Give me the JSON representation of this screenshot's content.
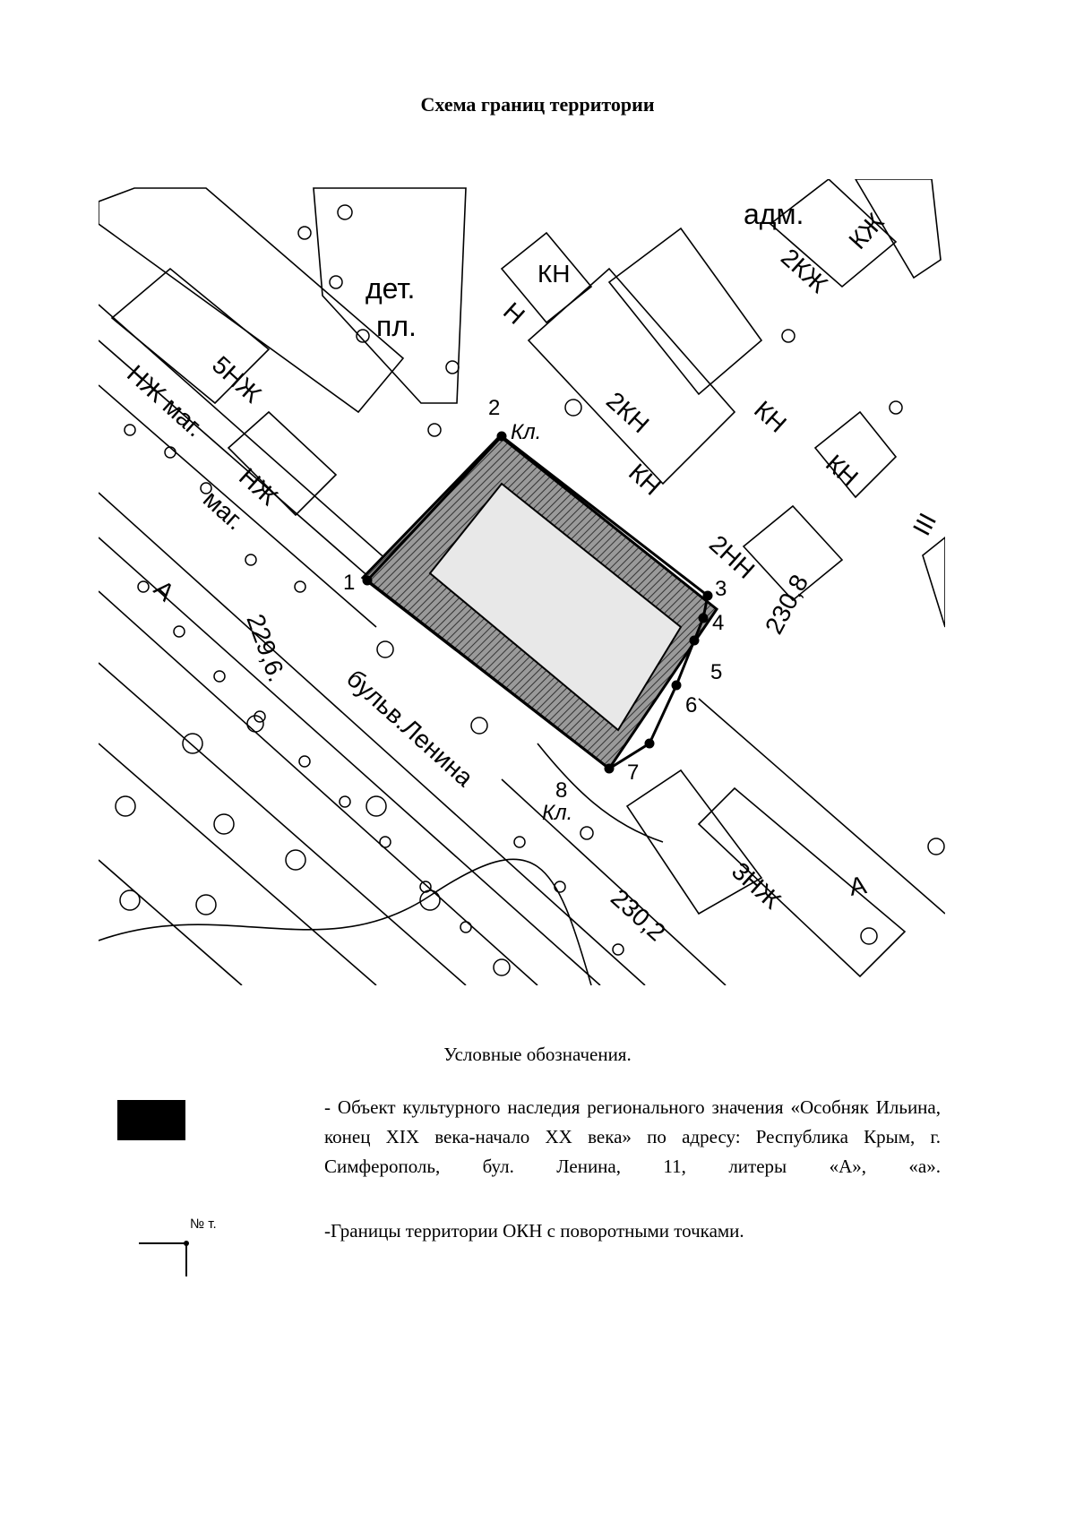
{
  "title": "Схема границ территории",
  "map": {
    "labels": {
      "det": "дет.",
      "pl": "пл.",
      "adm": "адм.",
      "nzh_mag": "НЖ маг.",
      "mag": "маг.",
      "street": "бульв.Ленина",
      "elev_229": "229,6.",
      "elev_230_8": "230,8",
      "elev_230_2": "230,2",
      "kl_top": "Кл.",
      "kl_bottom": "Кл.",
      "b5nzh": "5НЖ",
      "b3nzh": "3НЖ",
      "b2kzh": "2КЖ",
      "b2kn": "2КН",
      "b2nn": "2НН",
      "kn": "КН",
      "nzh": "НЖ",
      "kzh": "КЖ",
      "n": "Н",
      "A": "А",
      "III": "III"
    },
    "points": [
      "1",
      "2",
      "3",
      "4",
      "5",
      "6",
      "7",
      "8"
    ]
  },
  "legend": {
    "title": "Условные обозначения.",
    "item1": "- Объект культурного наследия регионального значения «Особняк Ильина, конец XIX века-начало XX века» по адресу: Республика Крым, г. Симферополь, бул. Ленина, 11, литеры «А», «а».",
    "symbol_label": "№ т.",
    "item2": "-Границы территории ОКН с поворотными точками."
  },
  "colors": {
    "object_fill": "#000000",
    "object_hatch": "#6a6a6a"
  }
}
